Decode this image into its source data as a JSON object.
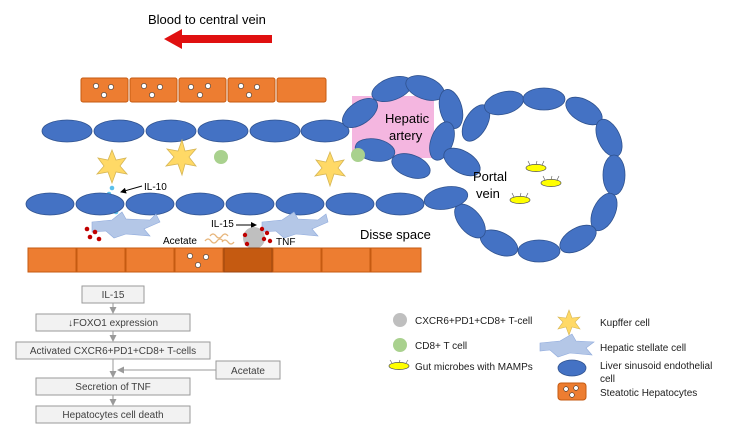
{
  "labels": {
    "blood_flow": "Blood to central vein",
    "hepatic_artery_line1": "Hepatic",
    "hepatic_artery_line2": "artery",
    "portal_vein_line1": "Portal",
    "portal_vein_line2": "vein",
    "il10": "IL-10",
    "il15": "IL-15",
    "acetate": "Acetate",
    "tnf": "TNF",
    "disse_space": "Disse space"
  },
  "flowchart": {
    "steps": [
      "IL-15",
      "↓FOXO1 expression",
      "Activated CXCR6+PD1+CD8+ T-cells",
      "Secretion of TNF",
      "Hepatocytes cell death"
    ],
    "side_input": "Acetate"
  },
  "legend": {
    "left": [
      {
        "icon": "cxcr6-tcell-icon",
        "label": "CXCR6+PD1+CD8+ T-cell"
      },
      {
        "icon": "cd8-tcell-icon",
        "label": "CD8+ T cell"
      },
      {
        "icon": "gut-microbe-icon",
        "label": "Gut microbes with MAMPs"
      }
    ],
    "right": [
      {
        "icon": "kupffer-cell-icon",
        "label": "Kupffer cell"
      },
      {
        "icon": "hepatic-stellate-cell-icon",
        "label": "Hepatic stellate cell"
      },
      {
        "icon": "endothelial-cell-icon",
        "label_line1": "Liver sinusoid endothelial",
        "label_line2": "cell"
      },
      {
        "icon": "steatotic-hepatocyte-icon",
        "label": "Steatotic Hepatocytes"
      }
    ]
  },
  "colors": {
    "arrow_red": "#e01010",
    "hepatocyte_orange": "#ed7d31",
    "hepatocyte_dark": "#c55a11",
    "endothelial_blue": "#4472c4",
    "artery_pink": "#f4b6e0",
    "kupffer_yellow": "#ffd966",
    "cd8_green": "#a9d18e",
    "cxcr6_grey": "#bfbfbf",
    "stellate_lightblue": "#b4c7e7",
    "microbe_yellow": "#ffff00",
    "flow_box_grey": "#f2f2f2"
  }
}
